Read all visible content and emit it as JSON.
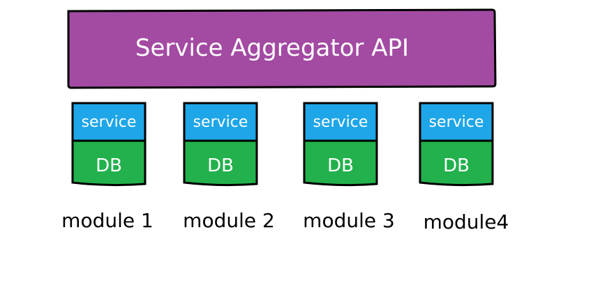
{
  "aggregator": {
    "label": "Service Aggregator API",
    "color": "#a34aa3"
  },
  "colors": {
    "service": "#1ea6e8",
    "db": "#22b14c",
    "stroke": "#000000"
  },
  "modules": [
    {
      "service_label": "service",
      "db_label": "DB",
      "name": "module 1"
    },
    {
      "service_label": "service",
      "db_label": "DB",
      "name": "module 2"
    },
    {
      "service_label": "service",
      "db_label": "DB",
      "name": "module 3"
    },
    {
      "service_label": "service",
      "db_label": "DB",
      "name": "module4"
    }
  ]
}
